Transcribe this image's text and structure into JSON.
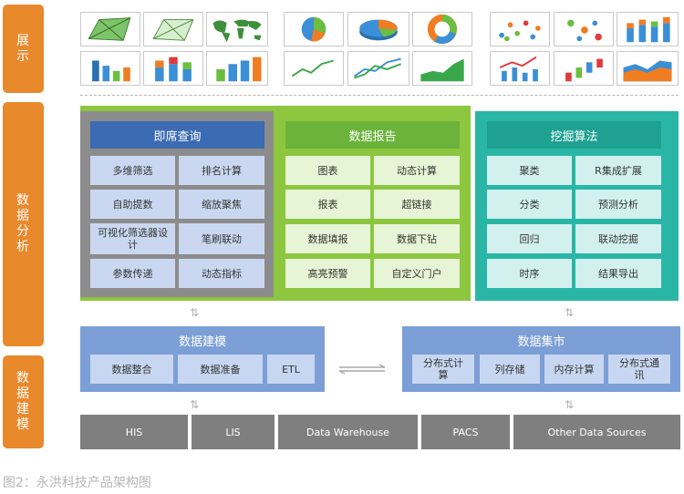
{
  "layers": {
    "display": "展示",
    "analysis": "数据分析",
    "modeling": "数据建模"
  },
  "thumbnails": [
    {
      "name": "map-1-icon"
    },
    {
      "name": "map-2-icon"
    },
    {
      "name": "world-map-icon"
    },
    {
      "name": "pie-chart-1-icon"
    },
    {
      "name": "pie-chart-3d-icon"
    },
    {
      "name": "donut-chart-icon"
    },
    {
      "name": "scatter-chart-1-icon"
    },
    {
      "name": "scatter-chart-2-icon"
    },
    {
      "name": "stacked-bar-3d-icon"
    },
    {
      "name": "bar-chart-icon"
    },
    {
      "name": "stacked-bar-icon"
    },
    {
      "name": "bar-3d-icon"
    },
    {
      "name": "line-chart-1-icon"
    },
    {
      "name": "line-chart-2-icon"
    },
    {
      "name": "area-chart-icon"
    },
    {
      "name": "line-bar-icon"
    },
    {
      "name": "floating-bar-icon"
    },
    {
      "name": "stacked-area-icon"
    }
  ],
  "adhoc": {
    "title": "即席查询",
    "items": [
      "多维筛选",
      "排名计算",
      "自助提数",
      "缩放聚焦",
      "可视化筛选器设计",
      "笔刷联动",
      "参数传递",
      "动态指标"
    ]
  },
  "report": {
    "title": "数据报告",
    "items": [
      "图表",
      "动态计算",
      "报表",
      "超链接",
      "数据填报",
      "数据下钻",
      "高亮预警",
      "自定义门户"
    ]
  },
  "mining": {
    "title": "挖掘算法",
    "items": [
      "聚类",
      "R集成扩展",
      "分类",
      "预测分析",
      "回归",
      "联动挖掘",
      "时序",
      "结果导出"
    ]
  },
  "modeling": {
    "title": "数据建模",
    "items": [
      "数据整合",
      "数据准备",
      "ETL"
    ]
  },
  "mart": {
    "title": "数据集市",
    "items": [
      "分布式计算",
      "列存储",
      "内存计算",
      "分布式通讯"
    ]
  },
  "sources": [
    "HIS",
    "LIS",
    "Data Warehouse",
    "PACS",
    "Other Data Sources"
  ],
  "caption": "图2：永洪科技产品架构图",
  "colors": {
    "orange": "#e8892c",
    "adhoc_bg": "#8c8c8c",
    "adhoc_header": "#3b6bb3",
    "report_bg": "#8dc63f",
    "report_header": "#6bb33a",
    "mining_bg": "#2ab6a6",
    "mining_header": "#1ea191",
    "blue_panel": "#7b9fd6",
    "source_bg": "#7f7f7f"
  }
}
